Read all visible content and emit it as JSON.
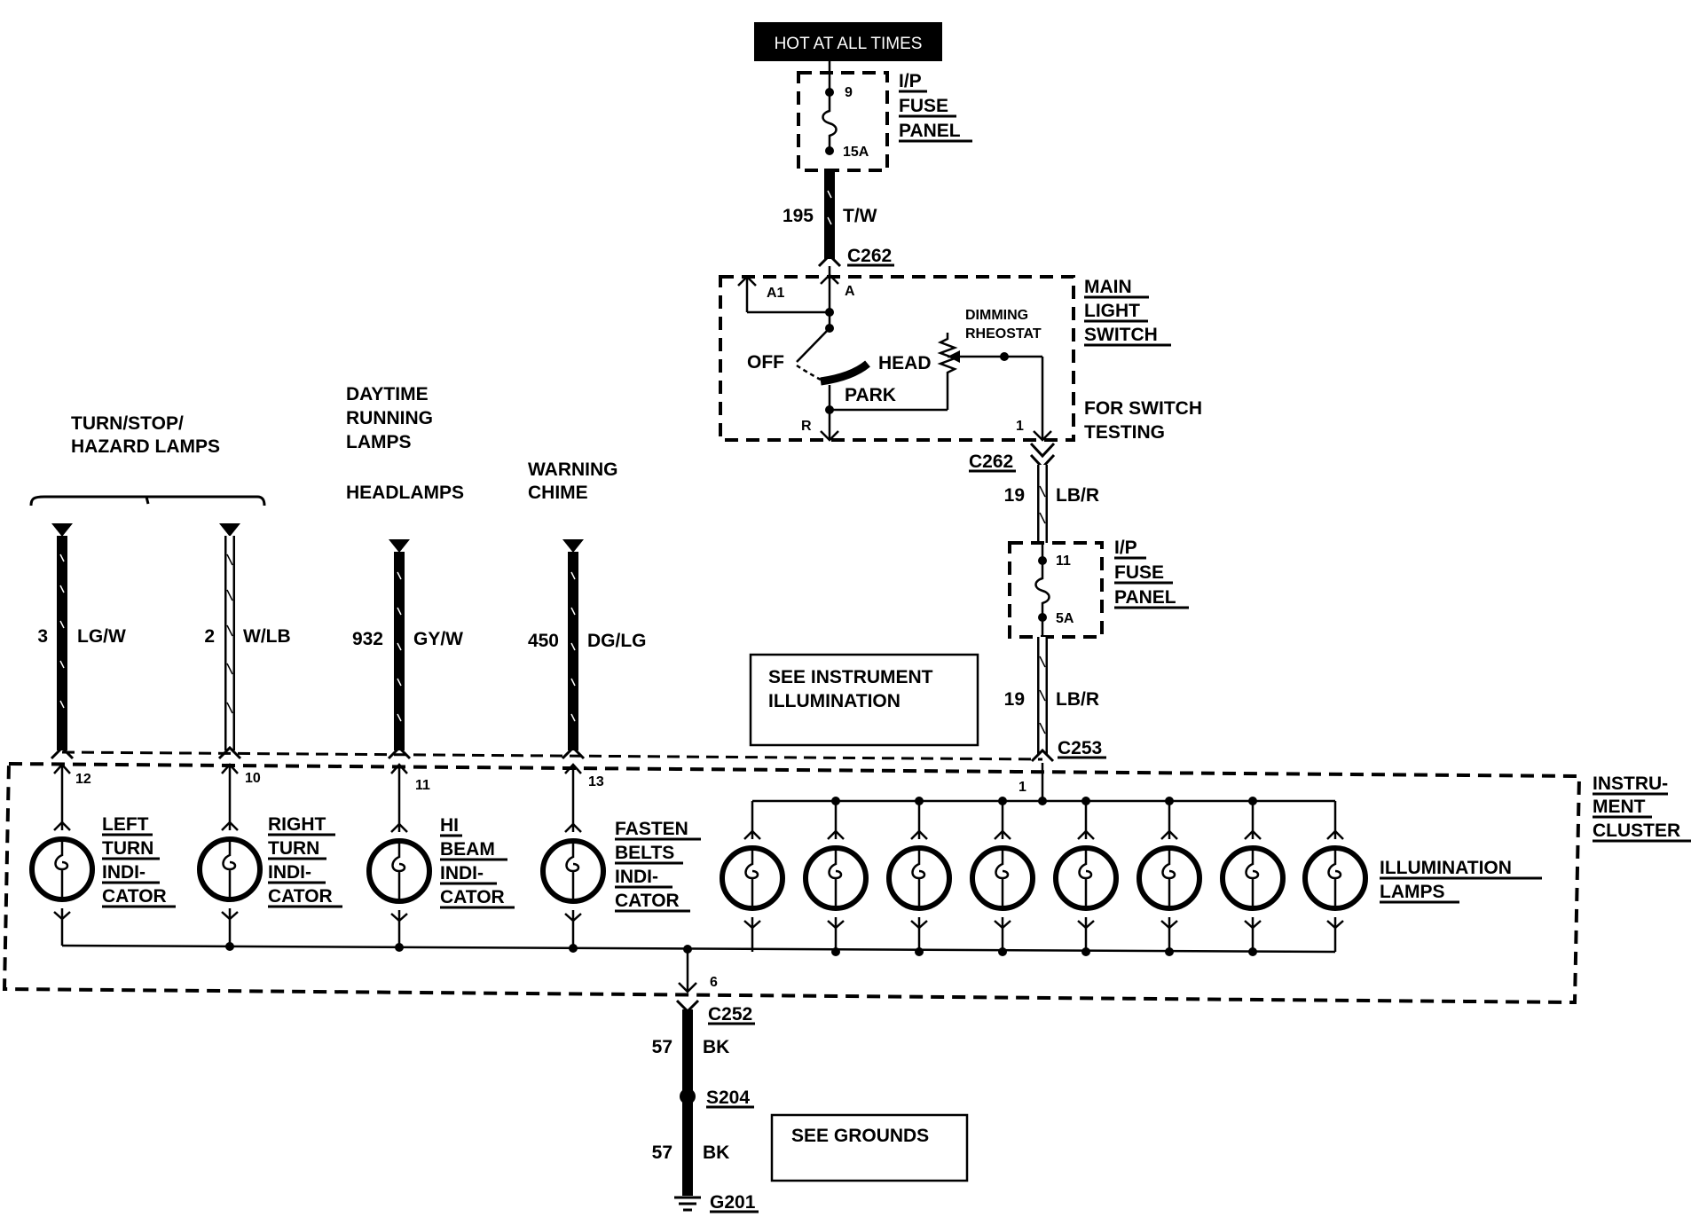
{
  "hot_at_all_times": "HOT AT ALL TIMES",
  "ip_fuse_panel_top": {
    "line1": "I/P",
    "line2": "FUSE",
    "line3": "PANEL",
    "pin": "9",
    "rating": "15A"
  },
  "wire_195": {
    "circuit": "195",
    "color": "T/W"
  },
  "connector_c262_top": "C262",
  "main_light_switch": {
    "line1": "MAIN",
    "line2": "LIGHT",
    "line3": "SWITCH",
    "pin_a1": "A1",
    "pin_a": "A",
    "dimming1": "DIMMING",
    "dimming2": "RHEOSTAT",
    "off": "OFF",
    "head": "HEAD",
    "park": "PARK",
    "pin_r": "R",
    "pin_1": "1"
  },
  "for_switch_testing": {
    "line1": "FOR SWITCH",
    "line2": "TESTING"
  },
  "connector_c262_bottom": "C262",
  "wire_19_upper": {
    "circuit": "19",
    "color": "LB/R"
  },
  "ip_fuse_panel_mid": {
    "line1": "I/P",
    "line2": "FUSE",
    "line3": "PANEL",
    "pin": "11",
    "rating": "5A"
  },
  "wire_19_lower": {
    "circuit": "19",
    "color": "LB/R"
  },
  "connector_c253": "C253",
  "see_instrument_illumination": {
    "line1": "SEE INSTRUMENT",
    "line2": "ILLUMINATION"
  },
  "turn_stop_hazard": {
    "line1": "TURN/STOP/",
    "line2": "HAZARD LAMPS"
  },
  "daytime_running": {
    "line1": "DAYTIME",
    "line2": "RUNNING",
    "line3": "LAMPS"
  },
  "headlamps": "HEADLAMPS",
  "warning_chime": {
    "line1": "WARNING",
    "line2": "CHIME"
  },
  "wires": [
    {
      "circuit": "3",
      "color": "LG/W",
      "pin": "12"
    },
    {
      "circuit": "2",
      "color": "W/LB",
      "pin": "10"
    },
    {
      "circuit": "932",
      "color": "GY/W",
      "pin": "11"
    },
    {
      "circuit": "450",
      "color": "DG/LG",
      "pin": "13"
    }
  ],
  "indicators": [
    {
      "line1": "LEFT",
      "line2": "TURN",
      "line3": "INDI-",
      "line4": "CATOR"
    },
    {
      "line1": "RIGHT",
      "line2": "TURN",
      "line3": "INDI-",
      "line4": "CATOR"
    },
    {
      "line1": "HI",
      "line2": "BEAM",
      "line3": "INDI-",
      "line4": "CATOR"
    },
    {
      "line1": "FASTEN",
      "line2": "BELTS",
      "line3": "INDI-",
      "line4": "CATOR"
    }
  ],
  "cluster_pin_1": "1",
  "illumination_lamps": {
    "line1": "ILLUMINATION",
    "line2": "LAMPS"
  },
  "instrument_cluster": {
    "line1": "INSTRU-",
    "line2": "MENT",
    "line3": "CLUSTER"
  },
  "ground_pin": "6",
  "connector_c252": "C252",
  "wire_57_upper": {
    "circuit": "57",
    "color": "BK"
  },
  "splice_s204": "S204",
  "wire_57_lower": {
    "circuit": "57",
    "color": "BK"
  },
  "see_grounds": "SEE GROUNDS",
  "ground_g201": "G201"
}
